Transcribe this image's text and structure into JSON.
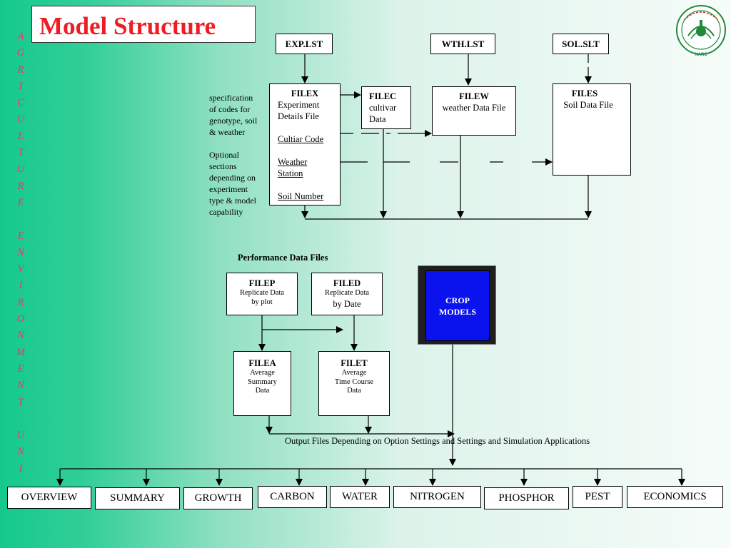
{
  "title": "Model Structure",
  "side_text": [
    "A",
    "G",
    "R",
    "I",
    "C",
    "U",
    "L",
    "T",
    "U",
    "R",
    "E",
    "",
    "E",
    "N",
    "V",
    "I",
    "R",
    "O",
    "N",
    "M",
    "E",
    "N",
    "T",
    "",
    "U",
    "N",
    "I"
  ],
  "inputs": {
    "exp": "EXP.LST",
    "wth": "WTH.LST",
    "sol": "SOL.SLT"
  },
  "filex": {
    "title": "FILEX",
    "desc1": "Experiment",
    "desc2": "Details File",
    "cultivar": "Cultiar Code",
    "weather1": "Weather",
    "weather2": "Station",
    "soil": "Soil Number"
  },
  "filec": {
    "title": "FILEC",
    "line1": "cultivar",
    "line2": "Data"
  },
  "filew": {
    "title": "FILEW",
    "line1": "weather Data File"
  },
  "files": {
    "title": "FILES",
    "line1": "Soil Data File"
  },
  "notes": {
    "spec": [
      "specification",
      "of codes for",
      "genotype, soil",
      "& weather"
    ],
    "optional": [
      "Optional",
      "sections",
      "depending on",
      "experiment",
      "type & model",
      "capability"
    ]
  },
  "performance_label": "Performance Data Files",
  "filep": {
    "title": "FILEP",
    "line1": "Replicate Data",
    "line2": "by plot"
  },
  "filed": {
    "title": "FILED",
    "line1": "Replicate Data",
    "line2": "by Date"
  },
  "filea": {
    "title": "FILEA",
    "line1": "Average",
    "line2": "Summary",
    "line3": "Data"
  },
  "filet": {
    "title": "FILET",
    "line1": "Average",
    "line2": "Time Course",
    "line3": "Data"
  },
  "crop": {
    "line1": "CROP",
    "line2": "MODELS"
  },
  "output_label": "Output Files Depending on Option Settings and Settings and Simulation Applications",
  "outputs": [
    "OVERVIEW",
    "SUMMARY",
    "GROWTH",
    "CARBON",
    "WATER",
    "NITROGEN",
    "PHOSPHOR",
    "PEST",
    "ECONOMICS"
  ],
  "colors": {
    "title": "#ee1c24",
    "side_text": "#ff2a6d",
    "crop_models": "#0a12ee",
    "logo": "#1e8a3a"
  },
  "logo_icon": "narc-emblem-icon",
  "logo_text": "NARC"
}
